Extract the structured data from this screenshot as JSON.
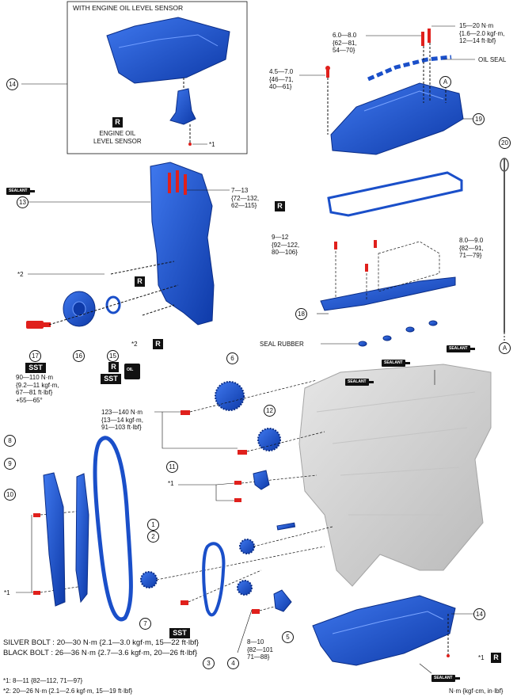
{
  "inset": {
    "title": "WITH ENGINE OIL LEVEL SENSOR",
    "sensor_label": "ENGINE OIL\nLEVEL SENSOR",
    "ref": "*1"
  },
  "callouts": {
    "c1": "1",
    "c2": "2",
    "c3": "3",
    "c4": "4",
    "c5": "5",
    "c6": "6",
    "c7": "7",
    "c8": "8",
    "c9": "9",
    "c10": "10",
    "c11": "11",
    "c12": "12",
    "c13": "13",
    "c14": "14",
    "c14b": "14",
    "c15": "15",
    "c16": "16",
    "c17": "17",
    "c18": "18",
    "c19": "19",
    "c20": "20"
  },
  "torques": {
    "cam_cover_stud": "6.0—8.0\n{62—81,\n54—70}",
    "cam_cover_top": "15—20 N·m\n{1.6—2.0 kgf·m,\n12—14 ft·lbf}",
    "cam_cover_side": "4.5—7.0\n{46—71,\n40—61}",
    "front_cover": "7—13\n{72—132,\n62—115}",
    "baffle_left": "9—12\n{92—122,\n80—106}",
    "baffle_right": "8.0—9.0\n{82—91,\n71—79}",
    "crank_bolt": "90—110 N·m\n{9.2—11 kgf·m,\n67—81 ft·lbf}\n+55—65°",
    "cam_sprocket": "123—140 N·m\n{13—14 kgf·m,\n91—103 ft·lbf}",
    "oil_pump_sprocket": "8—10\n{82—101\n71—88}"
  },
  "labels": {
    "oil_seal": "OIL SEAL",
    "seal_rubber": "SEAL RUBBER",
    "sealant": "SEALANT",
    "oil": "OIL",
    "r": "R",
    "sst": "SST",
    "ref1": "*1",
    "ref2": "*2",
    "a": "A"
  },
  "notes": {
    "silver_bolt": "SILVER BOLT : 20—30 N·m {2.1—3.0 kgf·m, 15—22 ft·lbf}",
    "black_bolt": "BLACK BOLT : 26—36 N·m {2.7—3.6 kgf·m, 20—26 ft·lbf}",
    "foot1": "*1: 8—11 {82—112, 71—97}",
    "foot2": "*2: 20—26 N·m {2.1—2.6 kgf·m, 15—19 ft·lbf}",
    "units": "N·m {kgf·cm, in·lbf}"
  },
  "colors": {
    "part_blue": "#1a4fc9",
    "bolt_red": "#e0201c",
    "engine_gray": "#d0d0d0"
  }
}
